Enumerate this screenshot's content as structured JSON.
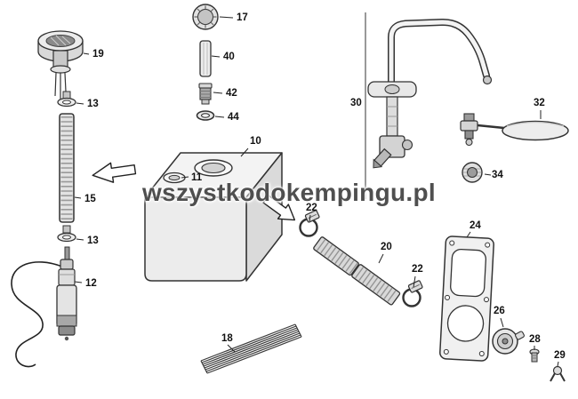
{
  "watermark": {
    "text": "wszystkodokempingu.pl",
    "color": "#4f4f4f"
  },
  "diagram": {
    "type": "exploded-parts-diagram",
    "background_color": "#ffffff",
    "line_color": "#333333",
    "label_color": "#111111",
    "parts": [
      {
        "id": "17"
      },
      {
        "id": "40"
      },
      {
        "id": "42"
      },
      {
        "id": "44"
      },
      {
        "id": "19"
      },
      {
        "id": "13"
      },
      {
        "id": "15"
      },
      {
        "id": "13"
      },
      {
        "id": "12"
      },
      {
        "id": "10"
      },
      {
        "id": "11"
      },
      {
        "id": "18"
      },
      {
        "id": "22"
      },
      {
        "id": "20"
      },
      {
        "id": "22"
      },
      {
        "id": "30"
      },
      {
        "id": "32"
      },
      {
        "id": "34"
      },
      {
        "id": "24"
      },
      {
        "id": "26"
      },
      {
        "id": "28"
      },
      {
        "id": "29"
      }
    ]
  }
}
